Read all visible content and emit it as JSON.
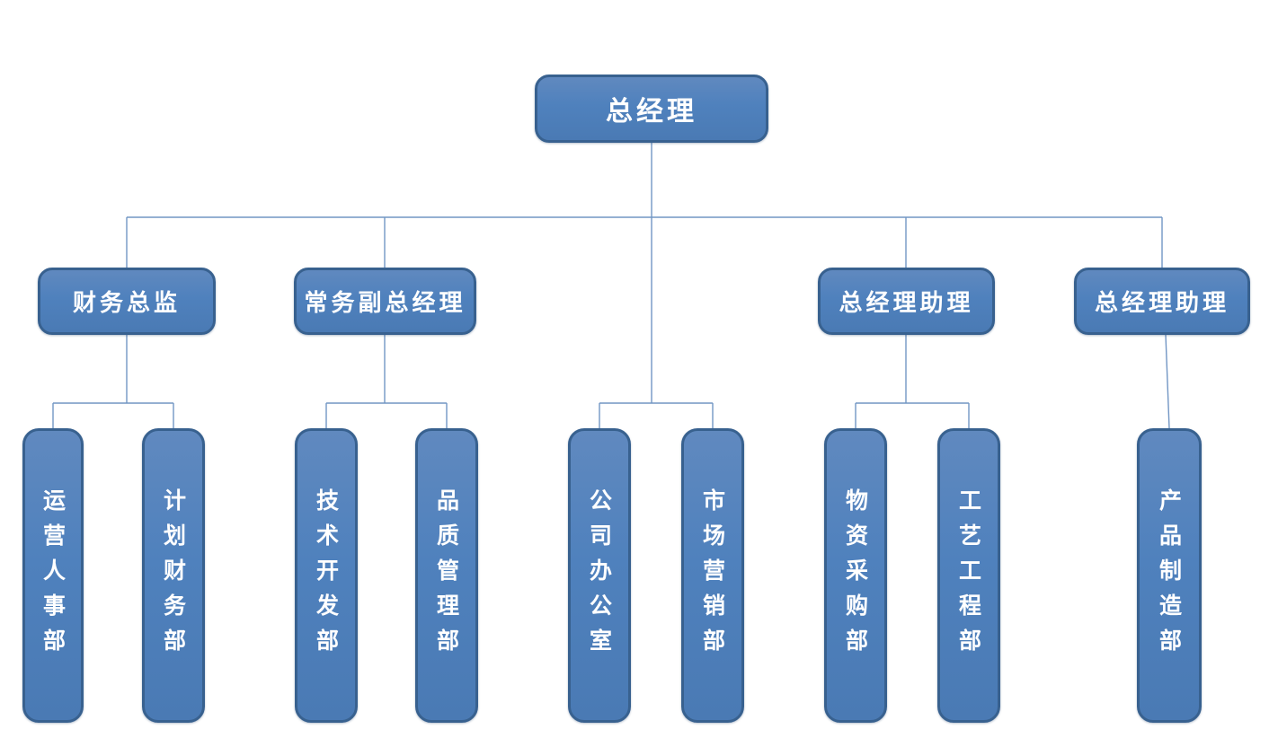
{
  "diagram": {
    "type": "org-chart",
    "colors": {
      "node_fill": "#4f81bd",
      "node_border": "#38618f",
      "connector": "#7296c4",
      "text": "#ffffff",
      "background": "#ffffff"
    }
  },
  "org": {
    "root": {
      "label": "总经理"
    },
    "level2": [
      {
        "label": "财务总监",
        "children": [
          "运营人事部",
          "计划财务部"
        ]
      },
      {
        "label": "常务副总经理",
        "children": [
          "技术开发部",
          "品质管理部"
        ]
      },
      {
        "label": "总经理助理",
        "children": [
          "物资采购部",
          "工艺工程部"
        ]
      },
      {
        "label": "总经理助理",
        "children": [
          "产品制造部"
        ]
      }
    ],
    "root_direct_children": [
      "公司办公室",
      "市场营销部"
    ],
    "departments": [
      {
        "label": "运营人事部"
      },
      {
        "label": "计划财务部"
      },
      {
        "label": "技术开发部"
      },
      {
        "label": "品质管理部"
      },
      {
        "label": "公司办公室"
      },
      {
        "label": "市场营销部"
      },
      {
        "label": "物资采购部"
      },
      {
        "label": "工艺工程部"
      },
      {
        "label": "产品制造部"
      }
    ]
  }
}
